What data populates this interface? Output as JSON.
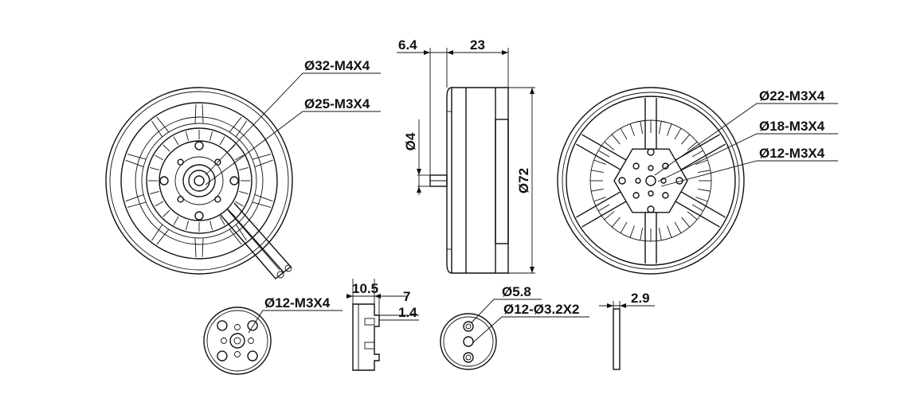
{
  "colors": {
    "line": "#111111",
    "fill": "#bfbfbf",
    "background": "#ffffff"
  },
  "views": {
    "front": {
      "callouts": [
        "Ø32-M4X4",
        "Ø25-M3X4"
      ]
    },
    "side": {
      "dims": {
        "shaft_len": "6.4",
        "body_len": "23",
        "shaft_dia": "Ø4",
        "body_dia": "Ø72"
      }
    },
    "back": {
      "callouts": [
        "Ø22-M3X4",
        "Ø18-M3X4",
        "Ø12-M3X4"
      ]
    },
    "adapter": {
      "callout": "Ø12-M3X4",
      "dims": {
        "a": "10.5",
        "b": "7",
        "c": "1.4"
      }
    },
    "prop_cap": {
      "callouts": [
        "Ø5.8",
        "Ø12-Ø3.2X2"
      ]
    },
    "washer": {
      "dim": "2.9"
    }
  }
}
